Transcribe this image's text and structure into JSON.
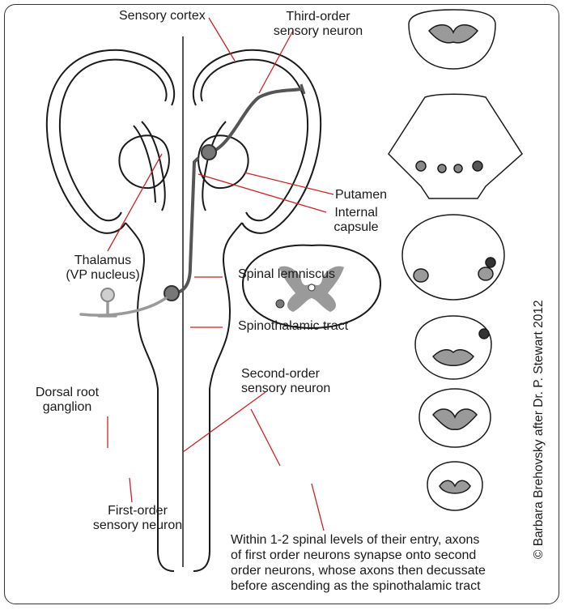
{
  "labels": {
    "sensory_cortex": "Sensory cortex",
    "third_order": "Third-order\nsensory neuron",
    "putamen": "Putamen",
    "internal_capsule": "Internal\ncapsule",
    "thalamus": "Thalamus\n(VP nucleus)",
    "spinal_lemniscus": "Spinal lemniscus",
    "spinothalamic_tract": "Spinothalamic tract",
    "second_order": "Second-order\nsensory neuron",
    "dorsal_root_ganglion": "Dorsal root\nganglion",
    "first_order": "First-order\nsensory neuron"
  },
  "caption": "Within 1-2 spinal levels of their entry, axons\nof first order neurons synapse onto second\norder neurons, whose axons then decussate\nbefore ascending as the spinothalamic tract",
  "copyright": "© Barbara Brehovsky after Dr. P. Stewart 2012",
  "colors": {
    "leader_line": "#cc2222",
    "pathway": "#555555",
    "gray_matter": "#9a9a9a",
    "outline": "#1a1a1a"
  }
}
